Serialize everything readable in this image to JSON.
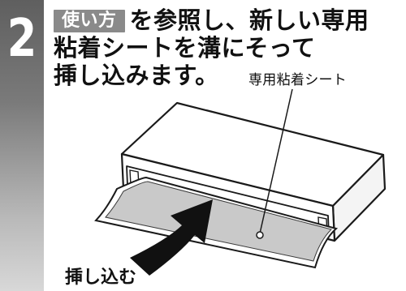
{
  "step": {
    "number": "2"
  },
  "instruction": {
    "badge": "使い方",
    "line1_rest": "を参照し、新しい専用",
    "line2": "粘着シートを溝にそって",
    "line3": "挿し込みます。"
  },
  "illustration": {
    "callout_label": "専用粘着シート",
    "action_label": "挿し込む"
  }
}
